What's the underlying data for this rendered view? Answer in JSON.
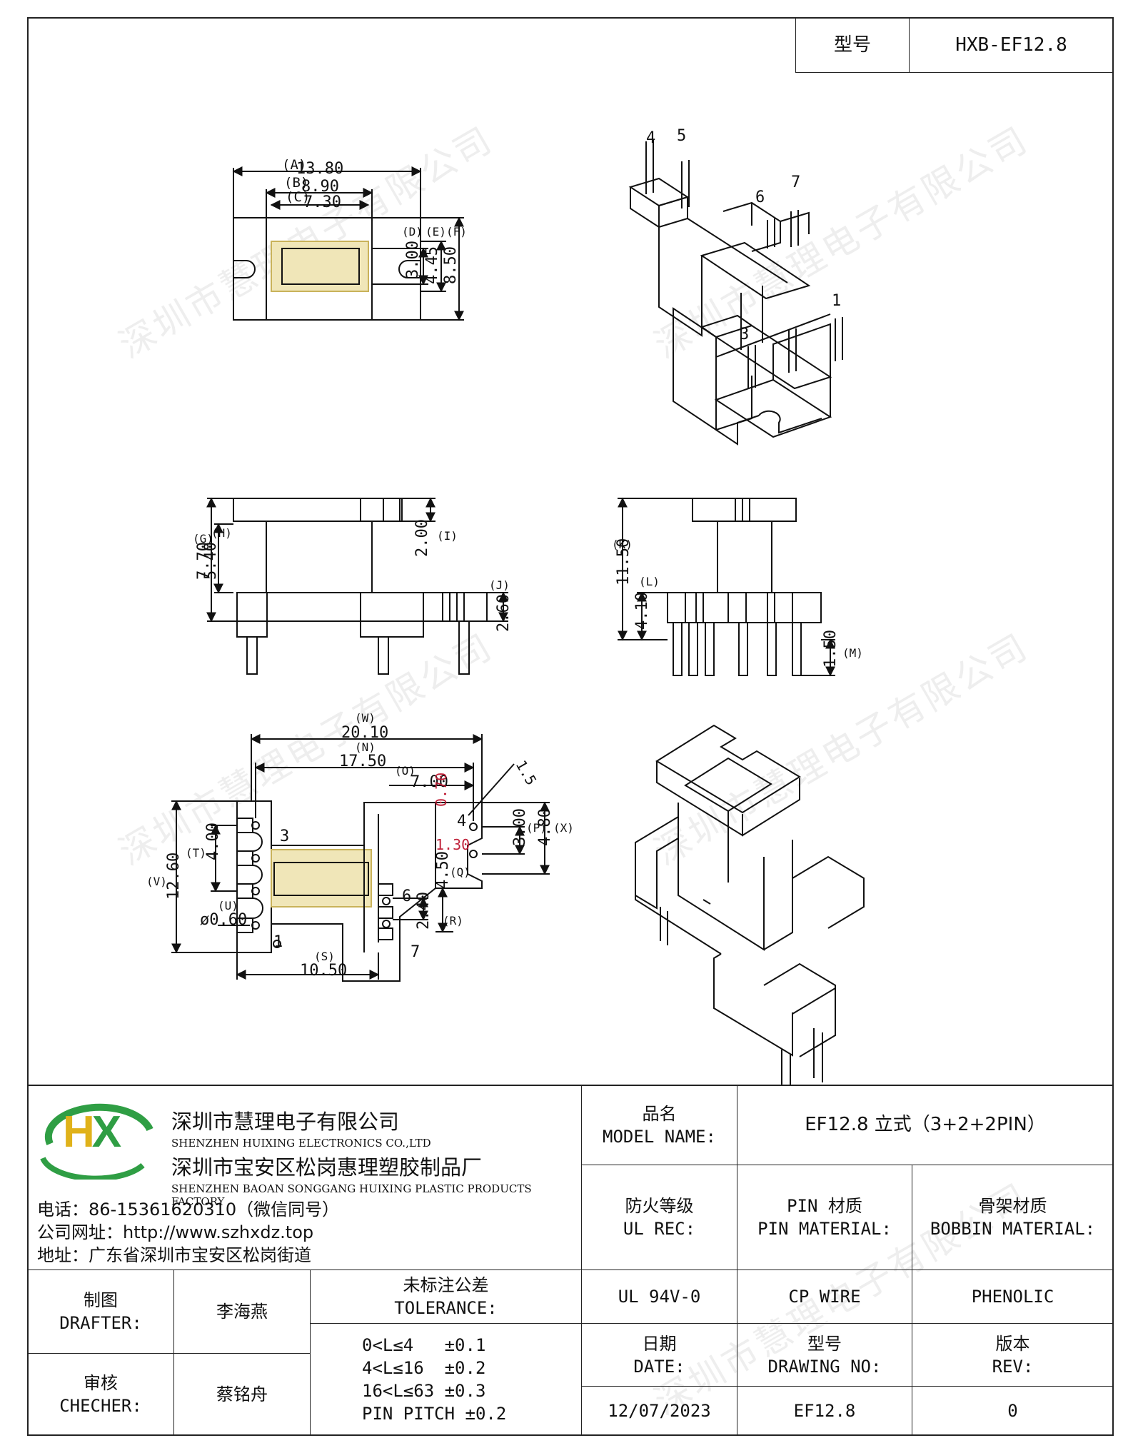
{
  "header": {
    "model_label": "型号",
    "model_value": "HXB-EF12.8"
  },
  "watermark": "深圳市慧理电子有限公司",
  "dimensions": {
    "top": {
      "A": "(A)",
      "A_val": "13.80",
      "B": "(B)",
      "B_val": "8.90",
      "C": "(C)",
      "C_val": "7.30",
      "D": "(D)",
      "D_val": "3.00",
      "E": "(E)",
      "E_val": "4.45",
      "F": "(F)",
      "F_val": "8.50"
    },
    "front": {
      "G": "(G)",
      "G_val": "7.70",
      "H": "(H)",
      "H_val": "5.40",
      "I": "(I)",
      "I_val": "2.00",
      "J": "(J)",
      "J_val": "2.60"
    },
    "side": {
      "K": "(K)",
      "K_val": "11.50",
      "L": "(L)",
      "L_val": "4.10",
      "M": "(M)",
      "M_val": "1.50"
    },
    "bottom": {
      "W": "(W)",
      "W_val": "20.10",
      "N": "(N)",
      "N_val": "17.50",
      "O": "(O)",
      "O_val": "7.00",
      "red1": "0.70",
      "red2": "1.30",
      "ang": "1.5",
      "P": "(P)",
      "P_val": "3.00",
      "X": "(X)",
      "X_val": "4.80",
      "Q": "(Q)",
      "Q_val": "4.50",
      "R": "(R)",
      "R_val": "2.40",
      "S": "(S)",
      "S_val": "10.50",
      "T": "(T)",
      "T_val": "4.00",
      "V": "(V)",
      "V_val": "12.60",
      "U": "(U)",
      "U_val": "ø0.60",
      "pin1": "1",
      "pin3": "3",
      "pin4": "4",
      "pin6": "6",
      "pin7": "7"
    },
    "iso_pins": {
      "p1": "1",
      "p3": "3",
      "p4": "4",
      "p5": "5",
      "p6": "6",
      "p7": "7"
    }
  },
  "company": {
    "logo_text": "HX",
    "name_cn": "深圳市慧理电子有限公司",
    "name_en": "SHENZHEN HUIXING ELECTRONICS CO.,LTD",
    "factory_cn": "深圳市宝安区松岗惠理塑胶制品厂",
    "factory_en": "SHENZHEN BAOAN SONGGANG HUIXING PLASTIC PRODUCTS FACTORY",
    "phone": "电话：86-15361620310（微信同号）",
    "website": "公司网址：http://www.szhxdz.top",
    "address": "地址：广东省深圳市宝安区松岗街道"
  },
  "titleblock": {
    "model_name_cn": "品名",
    "model_name_en": "MODEL NAME:",
    "model_name_value": "EF12.8 立式（3+2+2PIN）",
    "ul_cn": "防火等级",
    "ul_en": "UL REC:",
    "pin_cn": "PIN 材质",
    "pin_en": "PIN MATERIAL:",
    "bobbin_cn": "骨架材质",
    "bobbin_en": "BOBBIN MATERIAL:",
    "ul_value": "UL 94V-0",
    "pin_value": "CP WIRE",
    "bobbin_value": "PHENOLIC",
    "drafter_cn": "制图",
    "drafter_en": "DRAFTER:",
    "drafter_name": "李海燕",
    "checker_cn": "审核",
    "checker_en": "CHECHER:",
    "checker_name": "蔡铭舟",
    "tol_cn": "未标注公差",
    "tol_en": "TOLERANCE:",
    "tol_lines": [
      "0<L≤4   ±0.1",
      "4<L≤16  ±0.2",
      "16<L≤63 ±0.3",
      "PIN PITCH ±0.2"
    ],
    "date_cn": "日期",
    "date_en": "DATE:",
    "date_value": "12/07/2023",
    "dwg_cn": "型号",
    "dwg_en": "DRAWING NO:",
    "dwg_value": "EF12.8",
    "rev_cn": "版本",
    "rev_en": "REV:",
    "rev_value": "0"
  }
}
